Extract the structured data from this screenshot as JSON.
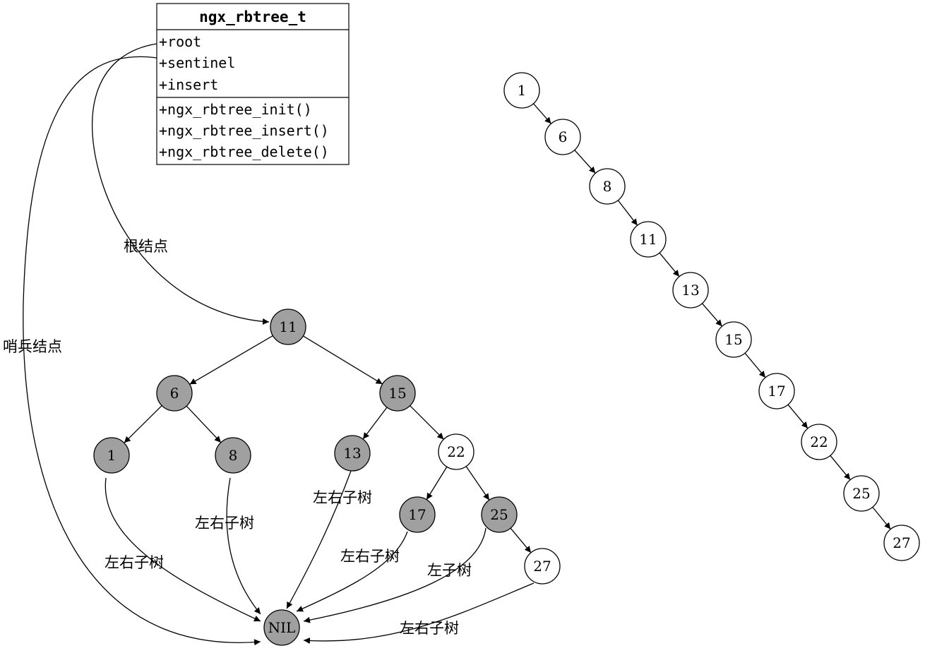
{
  "struct": {
    "title": "ngx_rbtree_t",
    "fields": [
      "+root",
      "+sentinel",
      "+insert"
    ],
    "methods": [
      "+ngx_rbtree_init()",
      "+ngx_rbtree_insert()",
      "+ngx_rbtree_delete()"
    ]
  },
  "edge_labels": {
    "root": "根结点",
    "sentinel": "哨兵结点",
    "n1_nil": "左右子树",
    "n8_nil": "左右子树",
    "n13_nil": "左右子树",
    "n17_nil": "左右子树",
    "n25_nil": "左子树",
    "n27_nil": "左右子树"
  },
  "tree_nodes": [
    {
      "id": "t11",
      "label": "11",
      "color": "gray"
    },
    {
      "id": "t6",
      "label": "6",
      "color": "gray"
    },
    {
      "id": "t15",
      "label": "15",
      "color": "gray"
    },
    {
      "id": "t1",
      "label": "1",
      "color": "gray"
    },
    {
      "id": "t8",
      "label": "8",
      "color": "gray"
    },
    {
      "id": "t13",
      "label": "13",
      "color": "gray"
    },
    {
      "id": "t22",
      "label": "22",
      "color": "white"
    },
    {
      "id": "t17",
      "label": "17",
      "color": "gray"
    },
    {
      "id": "t25",
      "label": "25",
      "color": "gray"
    },
    {
      "id": "t27",
      "label": "27",
      "color": "white"
    },
    {
      "id": "tnil",
      "label": "NIL",
      "color": "gray"
    }
  ],
  "chain_nodes": [
    "1",
    "6",
    "8",
    "11",
    "13",
    "15",
    "17",
    "22",
    "25",
    "27"
  ],
  "colors": {
    "gray": "#a0a0a0",
    "white": "#ffffff",
    "stroke": "#000000"
  }
}
